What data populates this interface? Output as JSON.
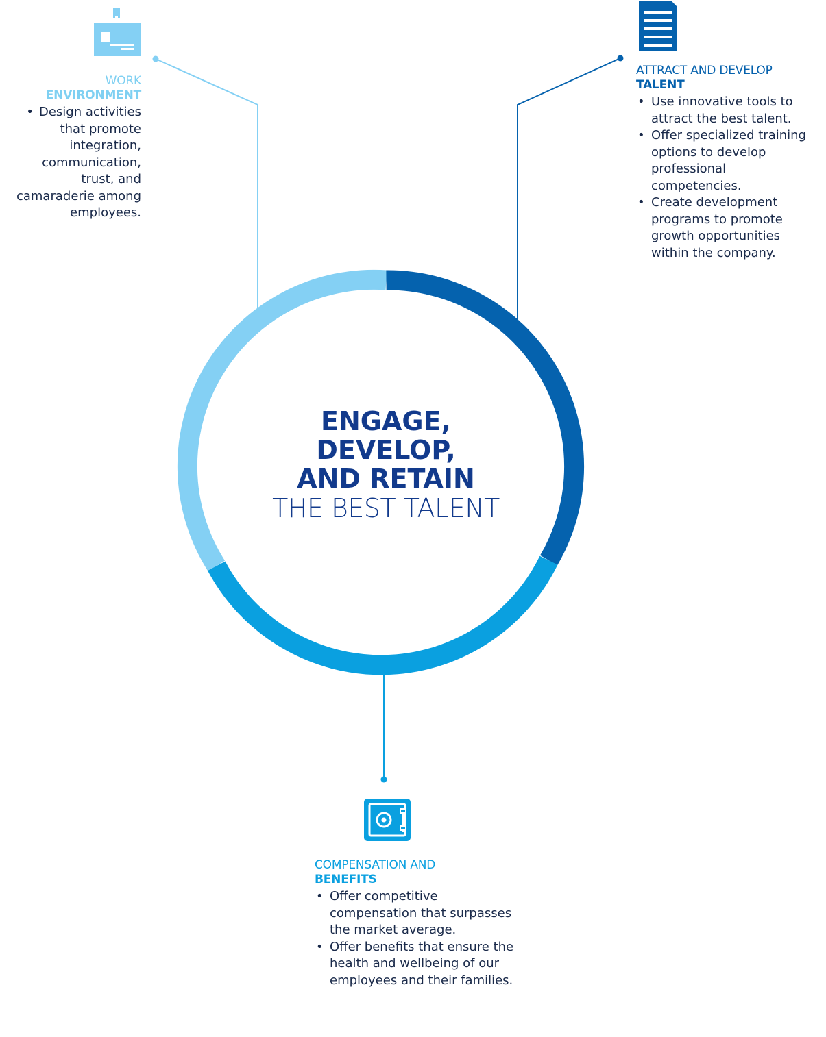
{
  "colors": {
    "light_blue": "#84d0f4",
    "dark_blue": "#0562ae",
    "mid_blue": "#0aa0e0",
    "navy": "#123a8c"
  },
  "center": {
    "line1": "ENGAGE,",
    "line2": "DEVELOP,",
    "line3": "AND RETAIN",
    "line4": "THE BEST TALENT"
  },
  "work": {
    "icon": "id-badge-icon",
    "title_light": "WORK",
    "title_bold": "ENVIRONMENT",
    "bullets": [
      "Design activities that promote integration, communication, trust, and camaraderie among employees."
    ]
  },
  "talent": {
    "icon": "document-icon",
    "title_light": "ATTRACT AND DEVELOP",
    "title_bold": "TALENT",
    "bullets": [
      "Use innovative tools to attract the best talent.",
      "Offer specialized training options to develop professional competencies.",
      "Create development programs to promote growth opportunities within the company."
    ]
  },
  "compensation": {
    "icon": "safe-icon",
    "title_light": "COMPENSATION AND",
    "title_bold": "BENEFITS",
    "bullets": [
      "Offer competitive compensation that surpasses the market average.",
      "Offer benefits that ensure the health and wellbeing of our employees and  their families."
    ]
  }
}
